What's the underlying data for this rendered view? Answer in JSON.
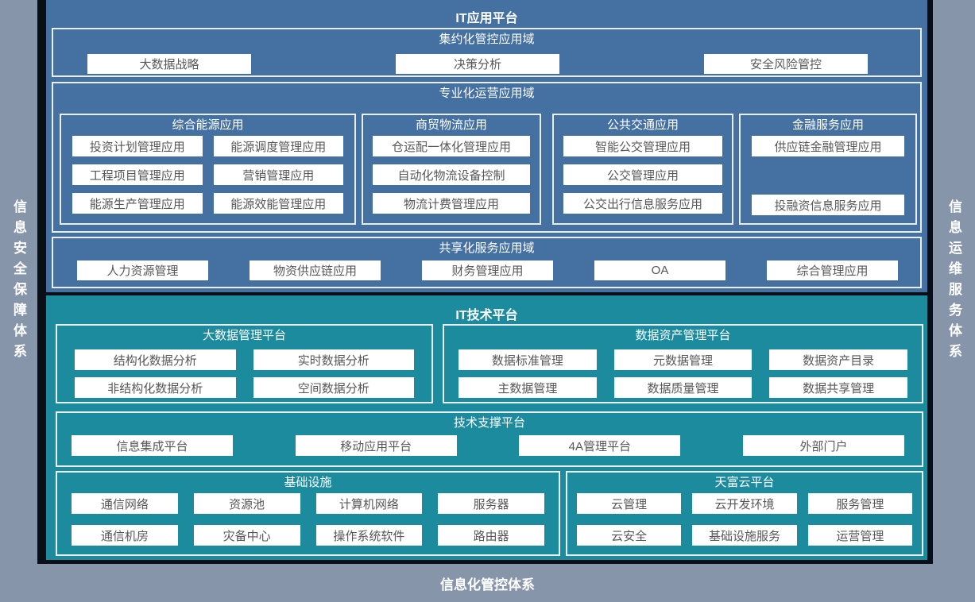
{
  "colors": {
    "app_platform_blue": "#4471a1",
    "tech_platform_teal": "#1c8b9d",
    "frame_gray": "#8795ab",
    "divider_dark": "#0a0f17",
    "box_border_white": "#e9eef3",
    "chip_text_gray": "#575757"
  },
  "left_rail": {
    "label": "信息安全保障体系"
  },
  "right_rail": {
    "label": "信息运维服务体系"
  },
  "bottom_rail": {
    "label": "信息化管控体系"
  },
  "app_platform": {
    "title": "IT应用平台",
    "domains": [
      {
        "title": "集约化管控应用域",
        "items": [
          "大数据战略",
          "决策分析",
          "安全风险管控"
        ]
      },
      {
        "title": "专业化运营应用域",
        "groups": [
          {
            "title": "综合能源应用",
            "items": [
              "投资计划管理应用",
              "能源调度管理应用",
              "工程项目管理应用",
              "营销管理应用",
              "能源生产管理应用",
              "能源效能管理应用"
            ]
          },
          {
            "title": "商贸物流应用",
            "items": [
              "仓运配一体化管理应用",
              "自动化物流设备控制",
              "物流计费管理应用"
            ]
          },
          {
            "title": "公共交通应用",
            "items": [
              "智能公交管理应用",
              "公交管理应用",
              "公交出行信息服务应用"
            ]
          },
          {
            "title": "金融服务应用",
            "items": [
              "供应链金融管理应用",
              "投融资信息服务应用"
            ]
          }
        ]
      },
      {
        "title": "共享化服务应用域",
        "items": [
          "人力资源管理",
          "物资供应链应用",
          "财务管理应用",
          "OA",
          "综合管理应用"
        ]
      }
    ]
  },
  "tech_platform": {
    "title": "IT技术平台",
    "groups": [
      {
        "title": "大数据管理平台",
        "items": [
          "结构化数据分析",
          "实时数据分析",
          "非结构化数据分析",
          "空间数据分析"
        ]
      },
      {
        "title": "数据资产管理平台",
        "items": [
          "数据标准管理",
          "元数据管理",
          "数据资产目录",
          "主数据管理",
          "数据质量管理",
          "数据共享管理"
        ]
      },
      {
        "title": "技术支撑平台",
        "items": [
          "信息集成平台",
          "移动应用平台",
          "4A管理平台",
          "外部门户"
        ]
      },
      {
        "title": "基础设施",
        "items": [
          "通信网络",
          "资源池",
          "计算机网络",
          "服务器",
          "通信机房",
          "灾备中心",
          "操作系统软件",
          "路由器"
        ]
      },
      {
        "title": "天富云平台",
        "items": [
          "云管理",
          "云开发环境",
          "服务管理",
          "云安全",
          "基础设施服务",
          "运营管理"
        ]
      }
    ]
  }
}
